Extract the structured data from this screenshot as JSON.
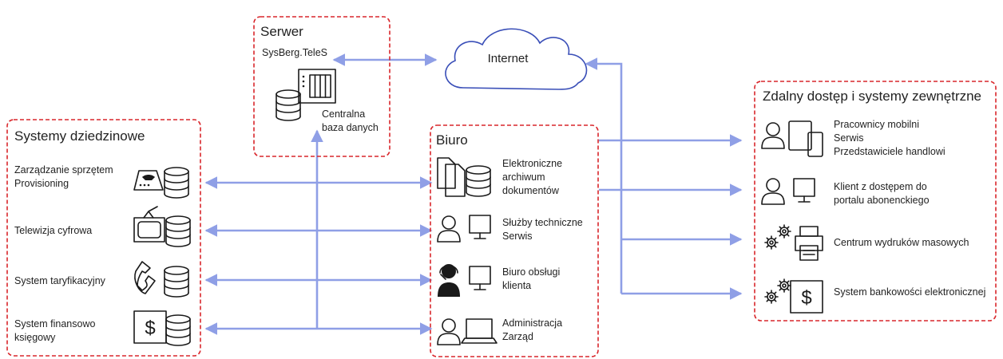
{
  "colors": {
    "box_border": "#d9262b",
    "connector": "#8f9fe6",
    "cloud": "#3a4fb8",
    "icon": "#1a1a1a"
  },
  "server": {
    "title": "Serwer",
    "system": "SysBerg.TeleS",
    "db_line1": "Centralna",
    "db_line2": "baza danych",
    "icons": [
      "server-rack-icon",
      "database-icon"
    ]
  },
  "internet": {
    "label": "Internet",
    "icon": "cloud-icon"
  },
  "domain_systems": {
    "title": "Systemy dziedzinowe",
    "items": [
      {
        "line1": "Zarządzanie sprzętem",
        "line2": "Provisioning",
        "icon": "modem-icon"
      },
      {
        "line1": "Telewizja cyfrowa",
        "line2": "",
        "icon": "tv-icon"
      },
      {
        "line1": "System taryfikacyjny",
        "line2": "",
        "icon": "phone-icon"
      },
      {
        "line1": "System finansowo",
        "line2": "księgowy",
        "icon": "dollar-document-icon"
      }
    ]
  },
  "office": {
    "title": "Biuro",
    "items": [
      {
        "line1": "Elektroniczne",
        "line2": "archiwum",
        "line3": "dokumentów",
        "icon": "document-archive-icon"
      },
      {
        "line1": "Służby techniczne",
        "line2": "Serwis",
        "line3": "",
        "icon": "user-monitor-icon"
      },
      {
        "line1": "Biuro obsługi",
        "line2": "klienta",
        "line3": "",
        "icon": "headset-agent-icon"
      },
      {
        "line1": "Administracja",
        "line2": "Zarząd",
        "line3": "",
        "icon": "user-laptop-icon"
      }
    ]
  },
  "remote": {
    "title": "Zdalny dostęp i systemy zewnętrzne",
    "items": [
      {
        "line1": "Pracownicy mobilni",
        "line2": "Serwis",
        "line3": "Przedstawiciele handlowi",
        "icon": "mobile-devices-icon"
      },
      {
        "line1": "Klient z dostępem do",
        "line2": "portalu abonenckiego",
        "line3": "",
        "icon": "user-monitor-icon"
      },
      {
        "line1": "Centrum wydruków masowych",
        "line2": "",
        "line3": "",
        "icon": "gear-printer-icon"
      },
      {
        "line1": "System bankowości elektronicznej",
        "line2": "",
        "line3": "",
        "icon": "gear-dollar-icon"
      }
    ]
  }
}
